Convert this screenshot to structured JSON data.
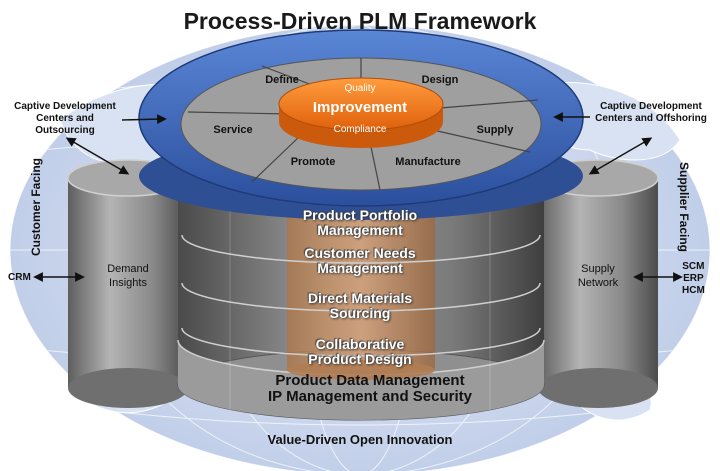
{
  "title": "Process-Driven PLM Framework",
  "footer": "Value-Driven Open Innovation",
  "left": {
    "top_note": [
      "Captive Development",
      "Centers and Outsourcing"
    ],
    "vertical": "Customer Facing",
    "system": "CRM",
    "cylinder_label": [
      "Demand",
      "Insights"
    ]
  },
  "right": {
    "top_note": [
      "Captive Development",
      "Centers and Offshoring"
    ],
    "vertical": "Supplier Facing",
    "systems": [
      "SCM",
      "ERP",
      "HCM"
    ],
    "cylinder_label": [
      "Supply",
      "Network"
    ]
  },
  "wheel": {
    "hub": "Improvement",
    "hub_top": "Quality",
    "hub_bottom": "Compliance",
    "segments": {
      "define": "Define",
      "design": "Design",
      "supply": "Supply",
      "manufacture": "Manufacture",
      "promote": "Promote",
      "service": "Service"
    }
  },
  "layers": [
    [
      "Product Portfolio",
      "Management"
    ],
    [
      "Customer Needs",
      "Management"
    ],
    [
      "Direct Materials",
      "Sourcing"
    ],
    [
      "Collaborative",
      "Product Design"
    ]
  ],
  "base_layer": [
    "Product Data Management",
    "IP Management and Security"
  ],
  "colors": {
    "ring_blue": "#3a64b8",
    "hub_orange": "#f07a1a",
    "wheel_gray": "#a9a9a9",
    "cylinder_gray": "#8c8c8c",
    "globe_blue": "#c9d6ec"
  }
}
